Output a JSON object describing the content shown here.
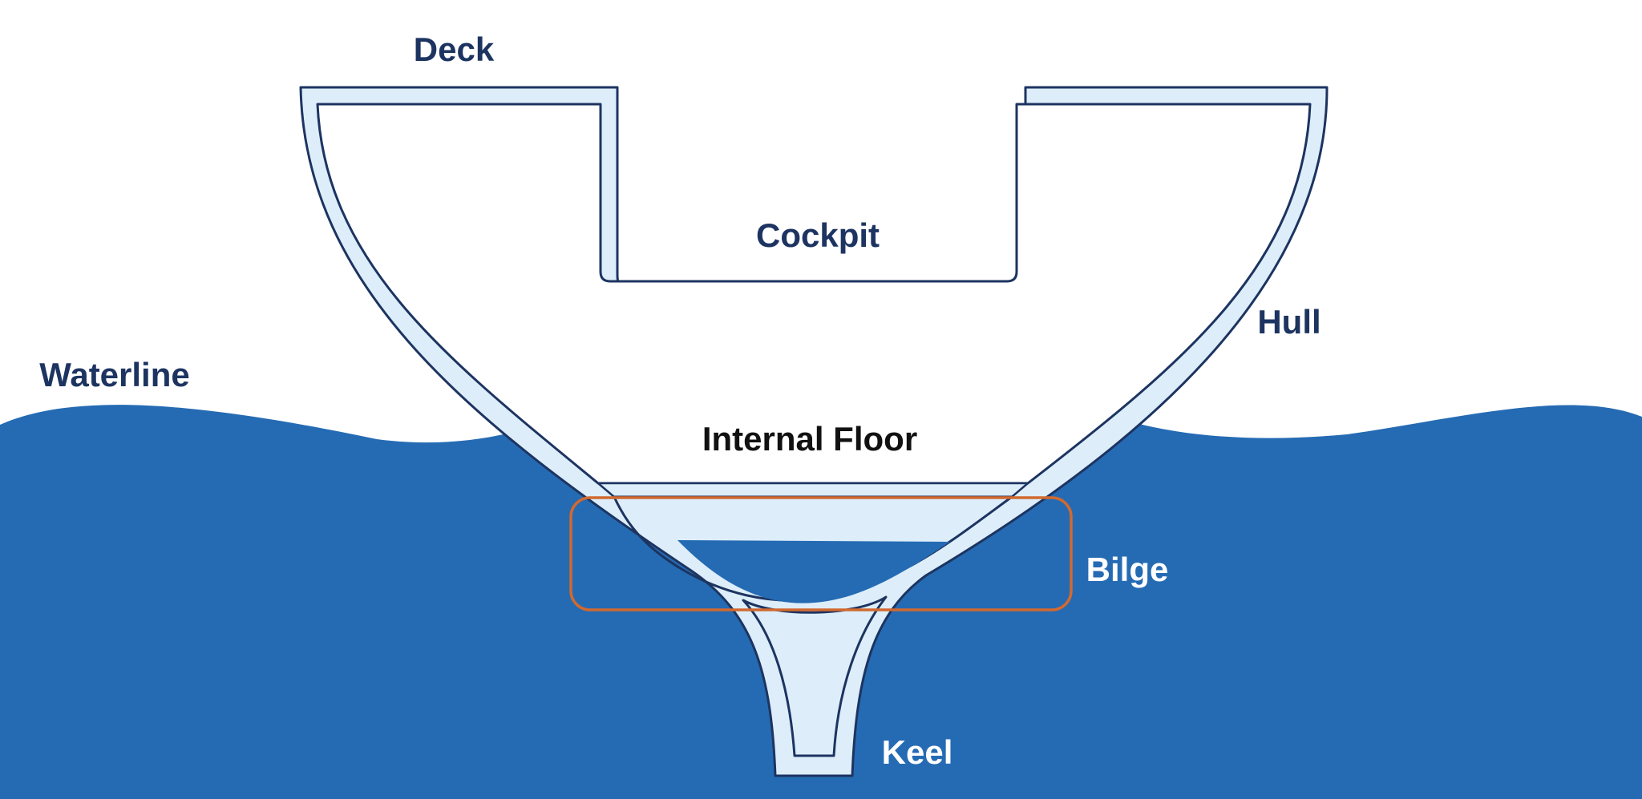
{
  "diagram": {
    "labels": {
      "deck": "Deck",
      "cockpit": "Cockpit",
      "hull": "Hull",
      "waterline": "Waterline",
      "internal_floor": "Internal Floor",
      "bilge": "Bilge",
      "keel": "Keel"
    },
    "colors": {
      "water": "#256bb3",
      "hull_fill": "#ddeefa",
      "outline": "#1d3461",
      "label_dark": "#1d3461",
      "label_black": "#111111",
      "label_light": "#ffffff",
      "bilge_highlight": "#d2692f"
    }
  }
}
